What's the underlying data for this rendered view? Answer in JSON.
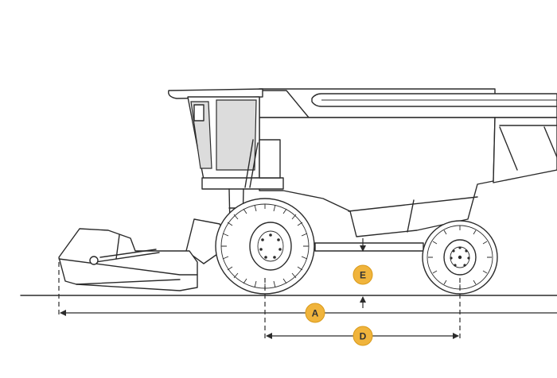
{
  "labels": {
    "a": "A",
    "d": "D",
    "e": "E"
  },
  "colors": {
    "badge": "#f0b43c",
    "line": "#2b2b2b",
    "glass": "#dcdcdc"
  }
}
